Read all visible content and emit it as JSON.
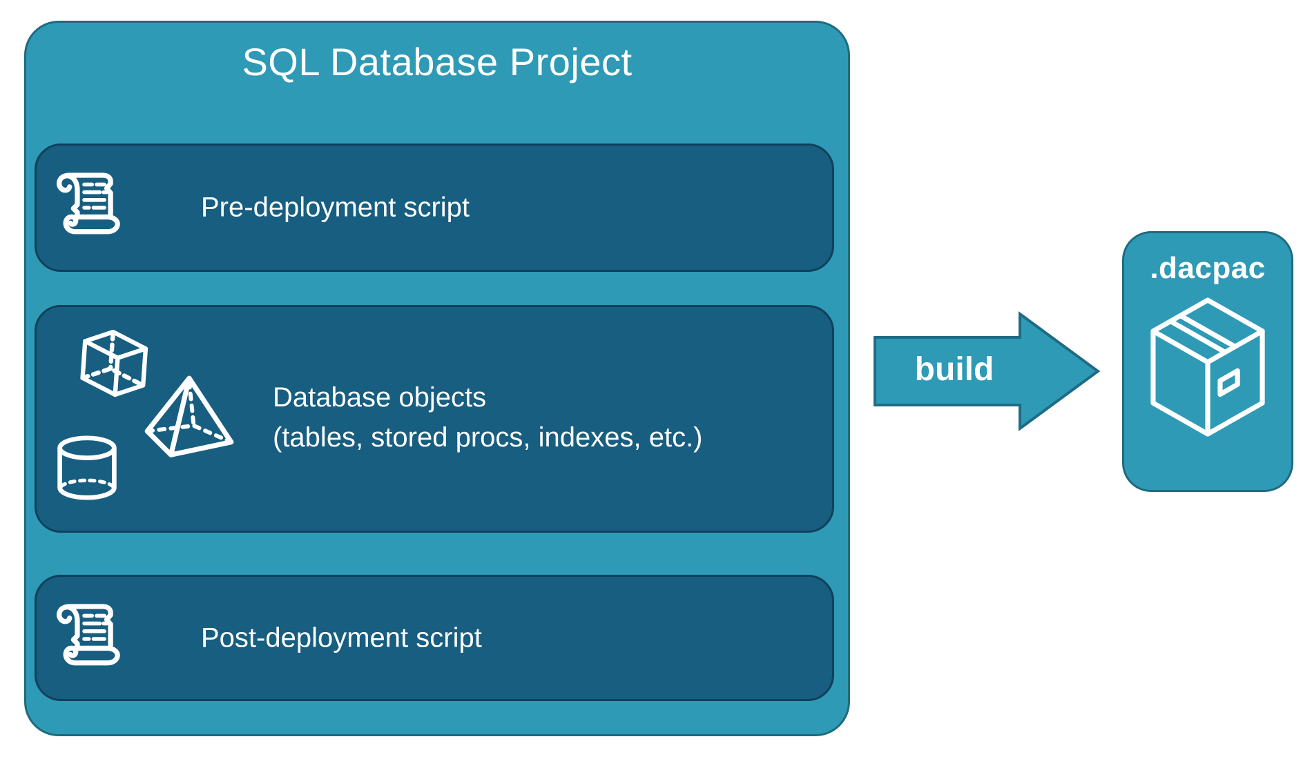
{
  "project": {
    "title": "SQL Database Project",
    "items": [
      {
        "id": "pre-deployment",
        "label": "Pre-deployment script",
        "icon": "scroll-icon"
      },
      {
        "id": "database-objects",
        "label_line1": "Database objects",
        "label_line2": "(tables, stored procs, indexes, etc.)",
        "icons": [
          "cube-icon",
          "pyramid-icon",
          "cylinder-icon"
        ]
      },
      {
        "id": "post-deployment",
        "label": "Post-deployment script",
        "icon": "scroll-icon"
      }
    ]
  },
  "arrow": {
    "label": "build",
    "direction": "right"
  },
  "output": {
    "label": ".dacpac",
    "icon": "package-icon"
  },
  "colors": {
    "background": "#FFFFFF",
    "container_teal": "#2E9AB6",
    "container_border": "#1E6B7E",
    "panel_fill": "#175E80",
    "panel_border": "#0F405C",
    "arrow_border": "#1E6B85",
    "text": "#FFFFFF"
  }
}
